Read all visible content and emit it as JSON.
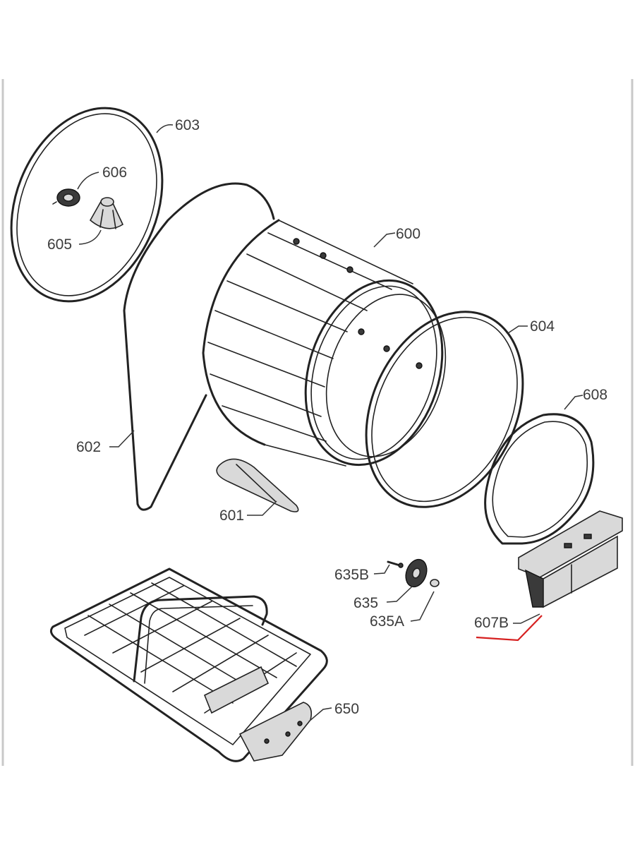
{
  "diagram": {
    "colors": {
      "line": "#222222",
      "label": "#3b3b3b",
      "highlight": "#d62020",
      "frame": "#c8c8c8"
    },
    "parts": {
      "p600": "600",
      "p601": "601",
      "p602": "602",
      "p603": "603",
      "p604": "604",
      "p605": "605",
      "p606": "606",
      "p607b": "607B",
      "p608": "608",
      "p635": "635",
      "p635a": "635A",
      "p635b": "635B",
      "p650": "650"
    }
  }
}
